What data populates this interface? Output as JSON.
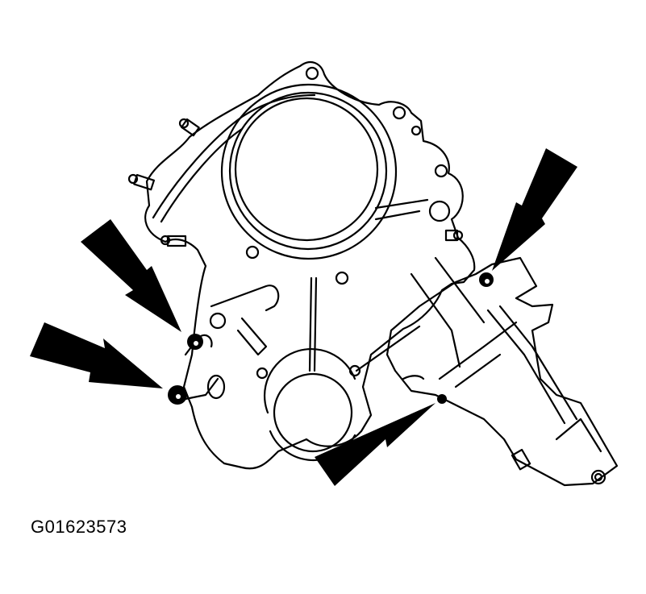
{
  "figure": {
    "id_label": "G01623573",
    "description": "Timing chain cover with oil pump assembly, arrows indicating fastener locations",
    "line_color": "#000000",
    "background_color": "#ffffff"
  },
  "callouts": [
    {
      "name": "arrow-upper-left",
      "points_to": "upper-left-stud"
    },
    {
      "name": "arrow-lower-left",
      "points_to": "lower-left-stud"
    },
    {
      "name": "arrow-lower-center",
      "points_to": "oil-pump-bolt"
    },
    {
      "name": "arrow-upper-right",
      "points_to": "right-bolt"
    }
  ]
}
